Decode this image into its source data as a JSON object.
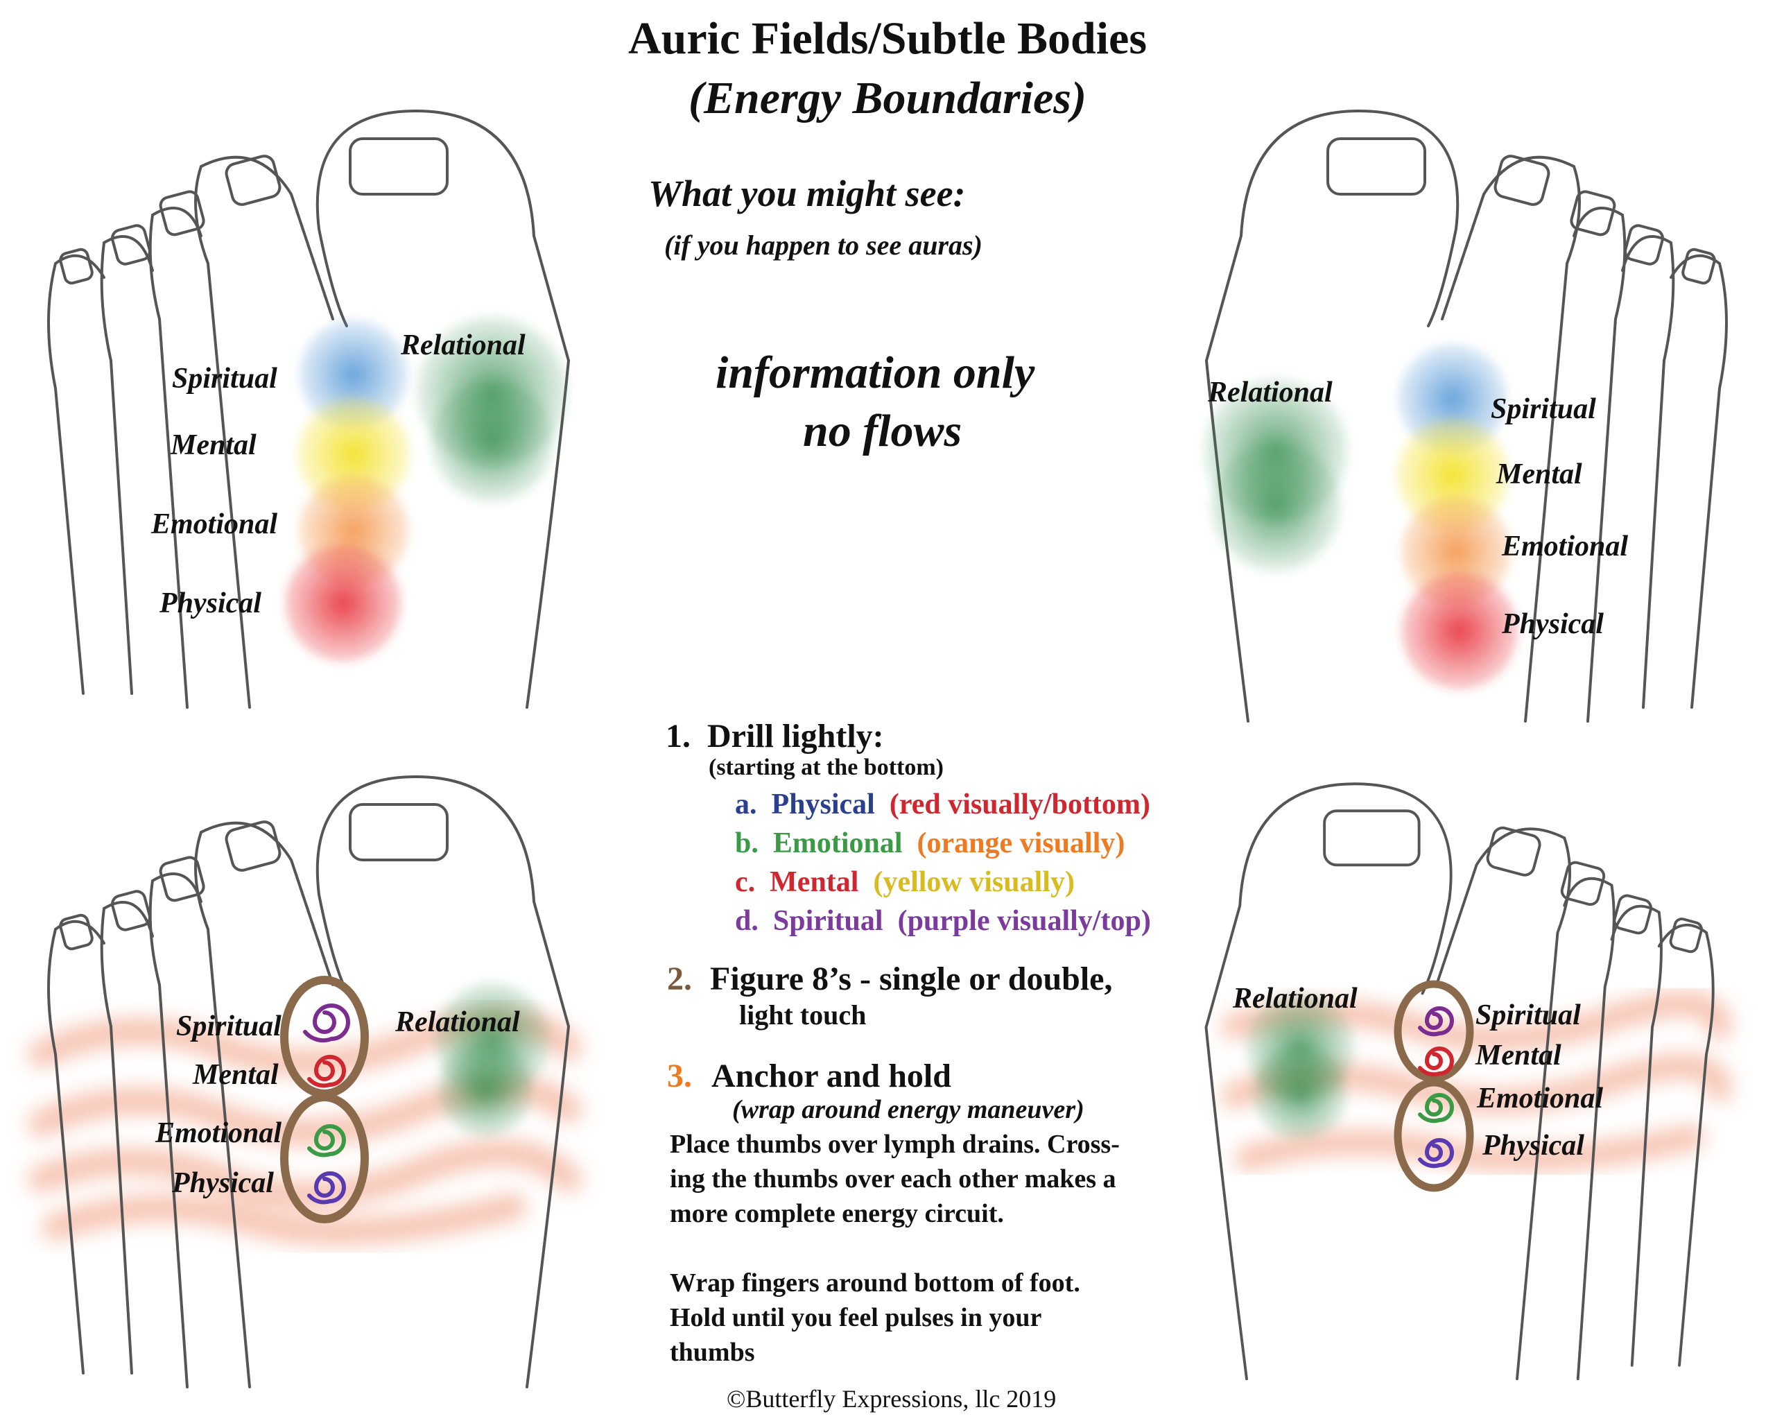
{
  "title": "Auric Fields/Subtle Bodies",
  "subtitle": "(Energy Boundaries)",
  "see_heading": "What you might see:",
  "see_sub": "(if you happen to see auras)",
  "info_line1": "information only",
  "info_line2": "no flows",
  "body_labels": {
    "spiritual": "Spiritual",
    "mental": "Mental",
    "emotional": "Emotional",
    "physical": "Physical",
    "relational": "Relational"
  },
  "steps": {
    "s1_num": "1.",
    "s1_title": "Drill lightly:",
    "s1_sub": "(starting at the bottom)",
    "items": [
      {
        "letter": "a.",
        "name": "Physical",
        "note": "(red visually/bottom)",
        "letter_color": "#2b3f8f",
        "note_color": "#d0262f"
      },
      {
        "letter": "b.",
        "name": "Emotional",
        "note": "(orange visually)",
        "letter_color": "#3a9a45",
        "note_color": "#ee7a22"
      },
      {
        "letter": "c.",
        "name": "Mental",
        "note": "(yellow visually)",
        "letter_color": "#d0262f",
        "note_color": "#d7bb1f"
      },
      {
        "letter": "d.",
        "name": "Spiritual",
        "note": "(purple visually/top)",
        "letter_color": "#7a3b9c",
        "note_color": "#7a3b9c"
      }
    ],
    "s2_num": "2.",
    "s2_title": "Figure 8’s - single or double,",
    "s2_sub": "light touch",
    "s3_num": "3.",
    "s3_title": "Anchor and hold",
    "s3_sub": "(wrap around energy maneuver)",
    "s3_p1_l1": "Place thumbs over lymph drains.  Cross-",
    "s3_p1_l2": "ing the thumbs over each other makes a",
    "s3_p1_l3": "more complete energy circuit.",
    "s3_p2_l1": "Wrap fingers around bottom of foot.",
    "s3_p2_l2": "Hold until you feel pulses in your",
    "s3_p2_l3": "thumbs"
  },
  "copyright": "©Butterfly Expressions, llc 2019",
  "colors": {
    "spiritual_blue": "#5b9bd8",
    "spiritual_purple": "#7a2c8f",
    "mental": "#f4e12a",
    "emotional": "#f4964a",
    "physical": "#e8323a",
    "relational": "#2f8a4a",
    "figure8": "#8a6a4a",
    "lymph": "#f5b9a4",
    "step_num_1": "#111111",
    "step_num_2": "#7a5a3a",
    "step_num_3": "#ee7a22"
  },
  "icons": [
    "foot-outline-icon",
    "spiral-icon",
    "figure-eight-icon"
  ]
}
